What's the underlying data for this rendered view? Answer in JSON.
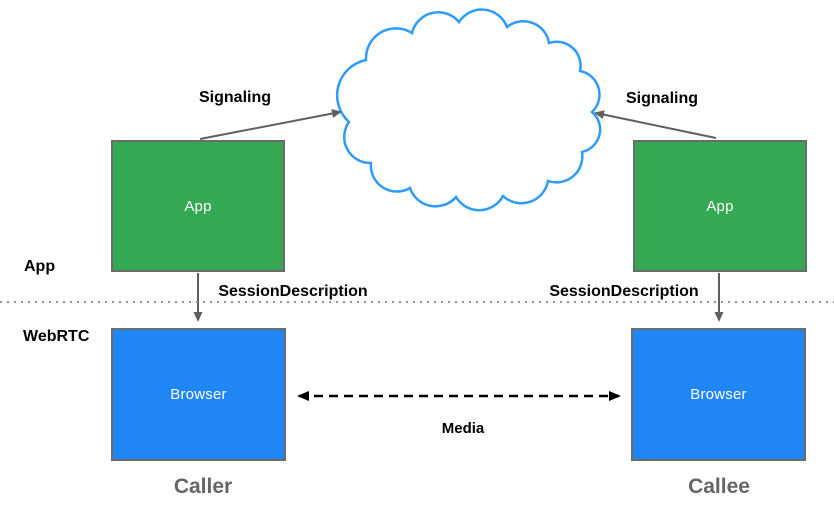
{
  "layers": {
    "top_label": "App",
    "bottom_label": "WebRTC"
  },
  "caller": {
    "app_label": "App",
    "browser_label": "Browser",
    "role_label": "Caller",
    "signaling_label": "Signaling",
    "session_description_label": "SessionDescription"
  },
  "callee": {
    "app_label": "App",
    "browser_label": "Browser",
    "role_label": "Callee",
    "signaling_label": "Signaling",
    "session_description_label": "SessionDescription"
  },
  "media": {
    "label": "Media"
  },
  "icons": {
    "cloud": "signaling-cloud"
  },
  "colors": {
    "app_fill": "#34a853",
    "browser_fill": "#2186f5",
    "box_border": "#6b6b6b",
    "cloud_stroke": "#2e9bfd",
    "arrow_gray": "#5f5f5f",
    "media_black": "#000000",
    "divider_gray": "#949494",
    "role_text": "#666666"
  }
}
